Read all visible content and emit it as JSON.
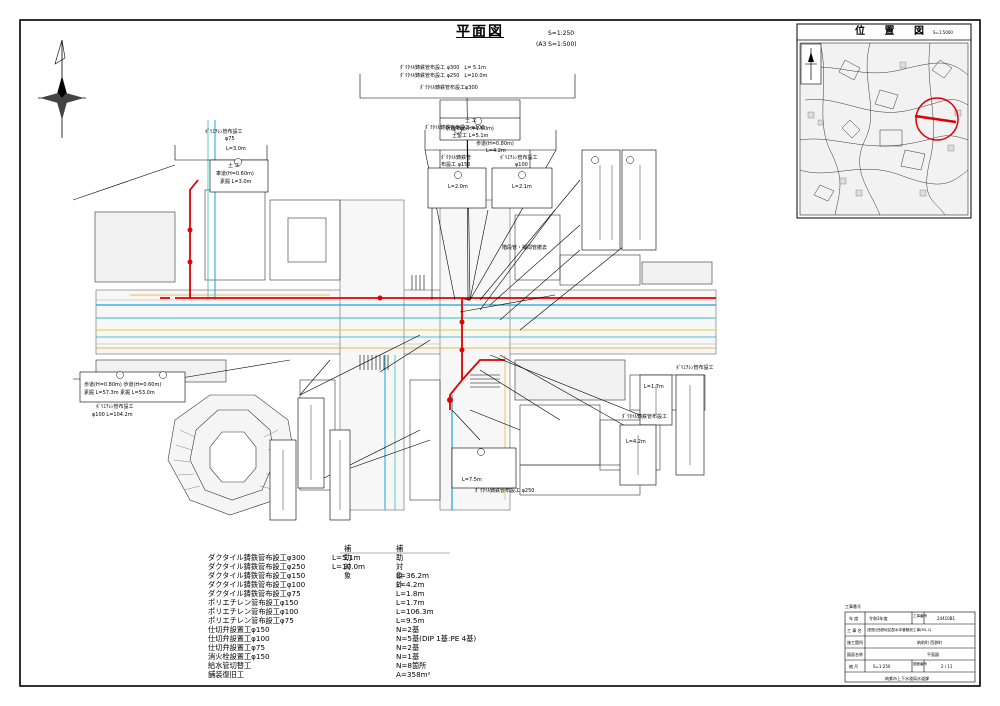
{
  "drawing": {
    "title": "平面図",
    "scale_main": "S=1:250",
    "scale_a3": "(A3 S=1:500)"
  },
  "location_map": {
    "title": "位 置 図",
    "scale": "S=1:5000"
  },
  "callouts": {
    "top_pipes_1": "ﾀﾞｸﾀｲﾙ鋳鉄管布設工 φ300　L= 5.1m",
    "top_pipes_2": "ﾀﾞｸﾀｲﾙ鋳鉄管布設工 φ250　L=10.0m",
    "pipe_300": "ﾀﾞｸﾀｲﾙ鋳鉄管布設工φ300",
    "doko_1": "土 工",
    "keikaku": "計画布道(H=1.60m)",
    "tokakou_1": "土留工  L=5.1m",
    "pipe_100": "ﾀﾞｸﾀｲﾙ鋳鉄管布設工 φ100",
    "hodo_080": "歩道(H=0.80m)",
    "l42": "L=4.2m",
    "pipe_150_a": "ﾀﾞｸﾀｲﾙ鋳鉄管",
    "pipe_150_b": "布設工 φ150",
    "poly_100_a": "ﾎﾟﾘｴﾁﾚﾝ管布設工",
    "poly_100_b": "φ100",
    "l20": "L=2.0m",
    "l21": "L=2.1m",
    "kaidan": "階段管・補間管撤去",
    "poly_75": "ﾎﾟﾘｴﾁﾚﾝ管布設工",
    "poly_75_b": "φ75",
    "l30": "L=3.0m",
    "doko_2": "土 工",
    "shado": "車道(H=0.60m)",
    "sanko": "素掘  L=3.0m",
    "left_bottom_1": "歩道(H=0.80m)  歩道(H=0.60m)",
    "left_bottom_2": "素掘  L=57.3m  素掘  L=53.0m",
    "left_bottom_3": "ﾎﾟﾘｴﾁﾚﾝ管布設工",
    "left_bottom_4": "φ100 L=104.2m",
    "bottom_pipe": "ﾀﾞｸﾀｲﾙ鋳鉄管布設工 φ250",
    "bottom_l": "L=7.5m",
    "right_poly_1": "ﾎﾟﾘｴﾁﾚﾝ管布設工",
    "right_l1": "L=1.7m",
    "right_dk": "ﾀﾞｸﾀｲﾙ鋳鉄管布設工",
    "right_l2": "L=4.2m"
  },
  "summary": {
    "head_covered": "補助対象",
    "head_uncovered": "補助対象外",
    "rows": [
      {
        "item": "ダクタイル鋳鉄管布設工φ300",
        "covered": "L=5.1m",
        "uncovered": ""
      },
      {
        "item": "ダクタイル鋳鉄管布設工φ250",
        "covered": "L=10.0m",
        "uncovered": ""
      },
      {
        "item": "ダクタイル鋳鉄管布設工φ150",
        "covered": "",
        "uncovered": "L=36.2m"
      },
      {
        "item": "ダクタイル鋳鉄管布設工φ100",
        "covered": "",
        "uncovered": "L=4.2m"
      },
      {
        "item": "ダクタイル鋳鉄管布設工φ75",
        "covered": "",
        "uncovered": "L=1.8m"
      },
      {
        "item": "ポリエチレン管布設工φ150",
        "covered": "",
        "uncovered": "L=1.7m"
      },
      {
        "item": "ポリエチレン管布設工φ100",
        "covered": "",
        "uncovered": "L=106.3m"
      },
      {
        "item": "ポリエチレン管布設工φ75",
        "covered": "",
        "uncovered": "L=9.5m"
      },
      {
        "item": "仕切弁設置工φ150",
        "covered": "",
        "uncovered": "N=2基"
      },
      {
        "item": "仕切弁設置工φ100",
        "covered": "",
        "uncovered": "N=5基(DIP 1基:PE 4基)"
      },
      {
        "item": "仕切弁設置工φ75",
        "covered": "",
        "uncovered": "N=2基"
      },
      {
        "item": "消火栓設置工φ150",
        "covered": "",
        "uncovered": "N=1基"
      },
      {
        "item": "給水管切替工",
        "covered": "",
        "uncovered": "N=8箇所"
      },
      {
        "item": "舗装復旧工",
        "covered": "",
        "uncovered": "A=358m²"
      }
    ]
  },
  "title_block": {
    "header": "工事番号",
    "r1_label": "年 度",
    "r1_value": "令和3年度",
    "r1_code_label": "工事番号",
    "r1_code": "24410B1",
    "r2_label": "工 事 名",
    "r2_value": "(配配)西鉄地区配水本管敷設工事(R3-2)",
    "r3_label": "施工箇所",
    "r3_value": "筑前町 西鉄町",
    "r4_label": "図面名称",
    "r4_value": "平面図",
    "r5_label": "縮 尺",
    "r5_value": "S=1:250",
    "r5_no_label": "図面番号",
    "r5_no": "2 / 11",
    "r6_value": "筑紫市上下水道局水道課"
  }
}
